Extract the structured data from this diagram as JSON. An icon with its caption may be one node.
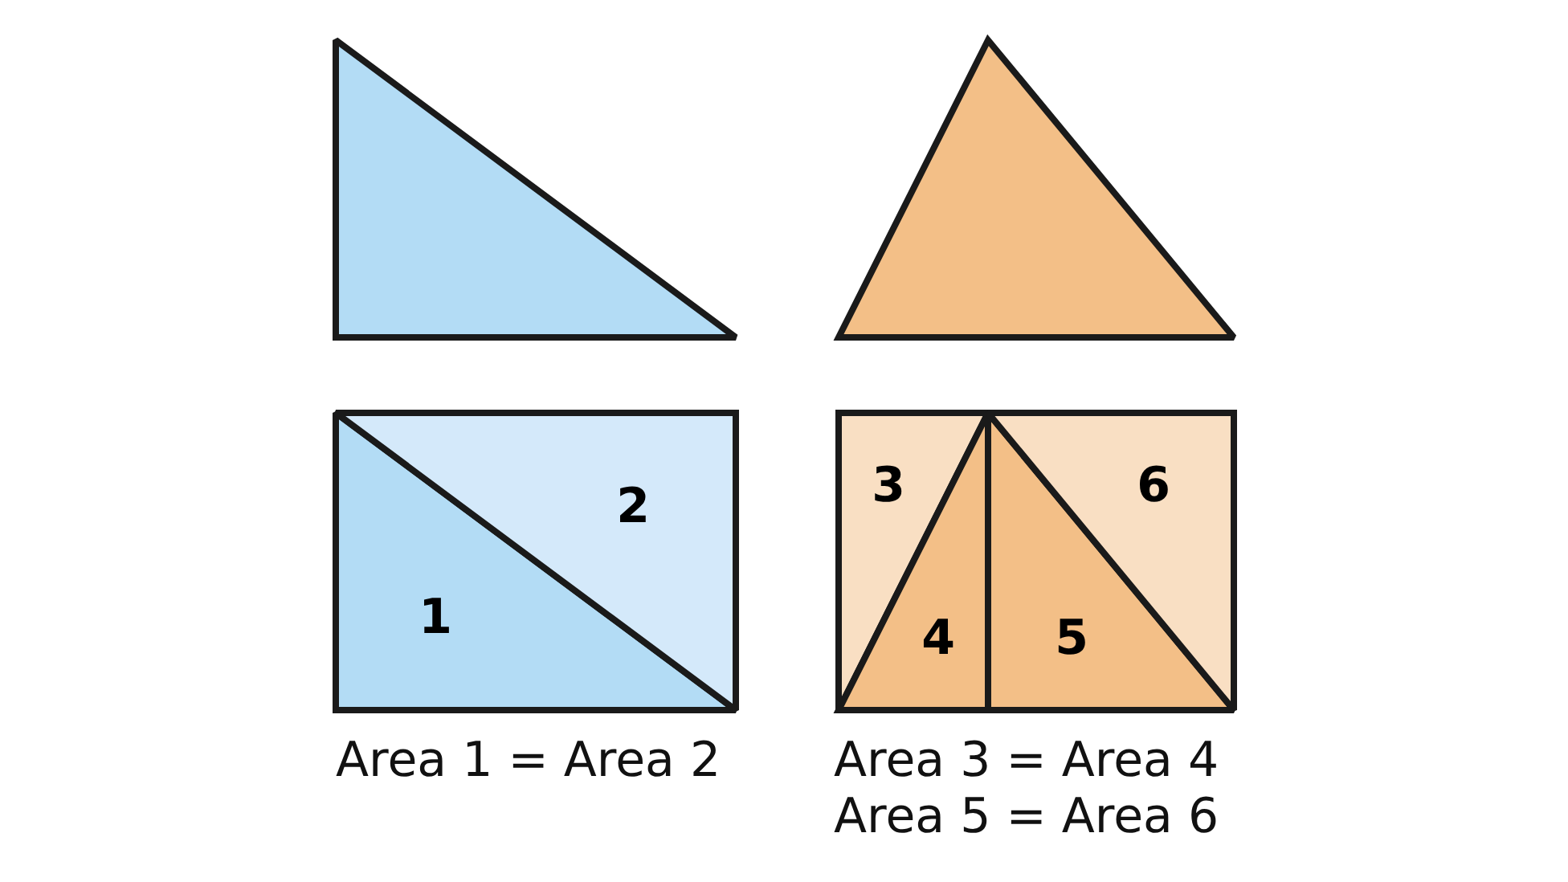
{
  "diagram": {
    "nodes": [
      {
        "text": [],
        "shape": "triangle"
      },
      {
        "text": [],
        "shape": "triangle"
      },
      {
        "text": [
          "1"
        ]
      },
      {
        "text": [
          "2"
        ]
      },
      {
        "text": [
          "3"
        ]
      },
      {
        "text": [
          "4"
        ]
      },
      {
        "text": [
          "5"
        ]
      },
      {
        "text": [
          "6"
        ]
      }
    ],
    "edges": [],
    "labels": [
      "Area 1 = Area 2",
      "Area 3 = Area 4",
      "Area 5 = Area 6"
    ]
  }
}
